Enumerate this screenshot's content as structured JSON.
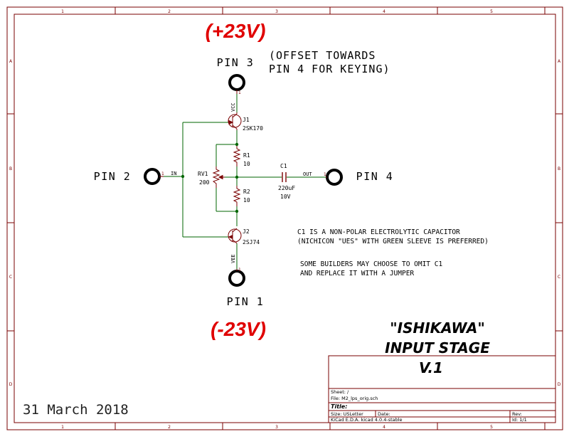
{
  "frame": {
    "columns": [
      "1",
      "2",
      "3",
      "4",
      "5"
    ],
    "rows": [
      "A",
      "B",
      "C",
      "D"
    ]
  },
  "annotations": {
    "vpos": "(+23V)",
    "vneg": "(-23V)",
    "offset_line1": "(OFFSET TOWARDS",
    "offset_line2": "PIN 4 FOR KEYING)",
    "date": "31 March 2018"
  },
  "pins": {
    "pin3": "PIN 3",
    "pin2": "PIN 2",
    "pin4": "PIN 4",
    "pin1": "PIN 1"
  },
  "nets": {
    "vcc": "VCC",
    "vee": "VEE",
    "in": "IN",
    "out": "OUT",
    "pin_num": "1"
  },
  "components": {
    "j1_ref": "J1",
    "j1_val": "2SK170",
    "j2_ref": "J2",
    "j2_val": "2SJ74",
    "r1_ref": "R1",
    "r1_val": "10",
    "r2_ref": "R2",
    "r2_val": "10",
    "rv1_ref": "RV1",
    "rv1_val": "200",
    "c1_ref": "C1",
    "c1_val": "220uF",
    "c1_volt": "10V"
  },
  "notes": {
    "note1_line1": "C1 IS A NON-POLAR ELECTROLYTIC CAPACITOR",
    "note1_line2": "(NICHICON \"UES\" WITH GREEN SLEEVE IS PREFERRED)",
    "note2_line1": "SOME BUILDERS MAY CHOOSE TO OMIT C1",
    "note2_line2": "AND REPLACE IT WITH A JUMPER"
  },
  "title_block": {
    "heading1": "\"ISHIKAWA\"",
    "heading2": "INPUT STAGE",
    "heading3": "V.1",
    "sheet": "Sheet: /",
    "file": "File: M2_lps_orig.sch",
    "title_label": "Title:",
    "size": "Size: USLetter",
    "date_label": "Date:",
    "rev_label": "Rev:",
    "kicad": "KiCad E.D.A.  kicad 4.0.4-stable",
    "id": "Id: 1/1"
  },
  "colors": {
    "ink": "#7a0000",
    "wire": "#006600",
    "text": "#000000",
    "accent": "#e00000"
  }
}
